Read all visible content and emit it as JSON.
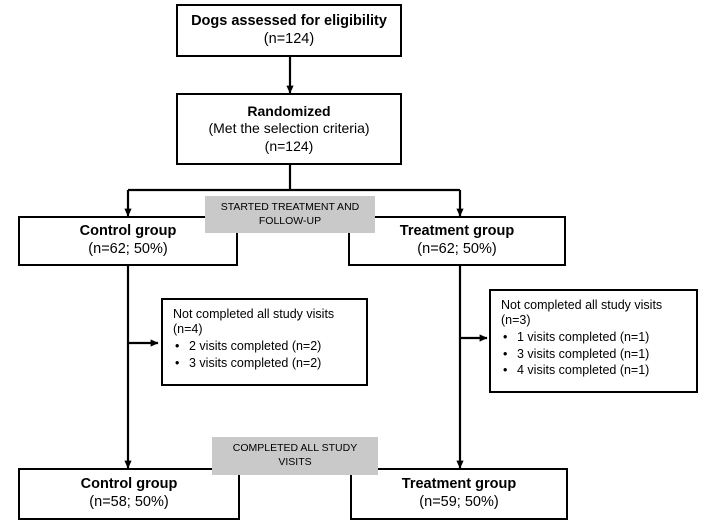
{
  "diagram": {
    "title": "Study flow diagram of dogs assessed, randomized and completing study visits",
    "type": "flowchart",
    "colors": {
      "box_border": "#000000",
      "box_fill": "#ffffff",
      "banner_fill": "#c9c9c9",
      "text": "#000000",
      "connector": "#000000",
      "background": "#ffffff"
    }
  },
  "nodes": {
    "assessed": {
      "line1": "Dogs assessed for eligibility",
      "line2": "(n=124)"
    },
    "randomized": {
      "line1": "Randomized",
      "line2": "(Met the selection criteria)",
      "line3": "(n=124)"
    },
    "control_start": {
      "line1": "Control group",
      "line2": "(n=62; 50%)"
    },
    "treatment_start": {
      "line1": "Treatment group",
      "line2": "(n=62; 50%)"
    },
    "control_end": {
      "line1": "Control group",
      "line2": "(n=58; 50%)"
    },
    "treatment_end": {
      "line1": "Treatment group",
      "line2": "(n=59; 50%)"
    }
  },
  "banners": {
    "started": {
      "line1": "STARTED TREATMENT AND",
      "line2": "FOLLOW-UP"
    },
    "completed": {
      "line1": "COMPLETED ALL STUDY",
      "line2": "VISITS"
    }
  },
  "dropouts": {
    "control": {
      "header": "Not completed all study visits",
      "count": "(n=4)",
      "items": [
        "2 visits completed (n=2)",
        "3 visits completed (n=2)"
      ]
    },
    "treatment": {
      "header": "Not completed all study visits",
      "count": "(n=3)",
      "items": [
        "1 visits completed (n=1)",
        "3 visits completed (n=1)",
        "4 visits completed (n=1)"
      ]
    }
  }
}
